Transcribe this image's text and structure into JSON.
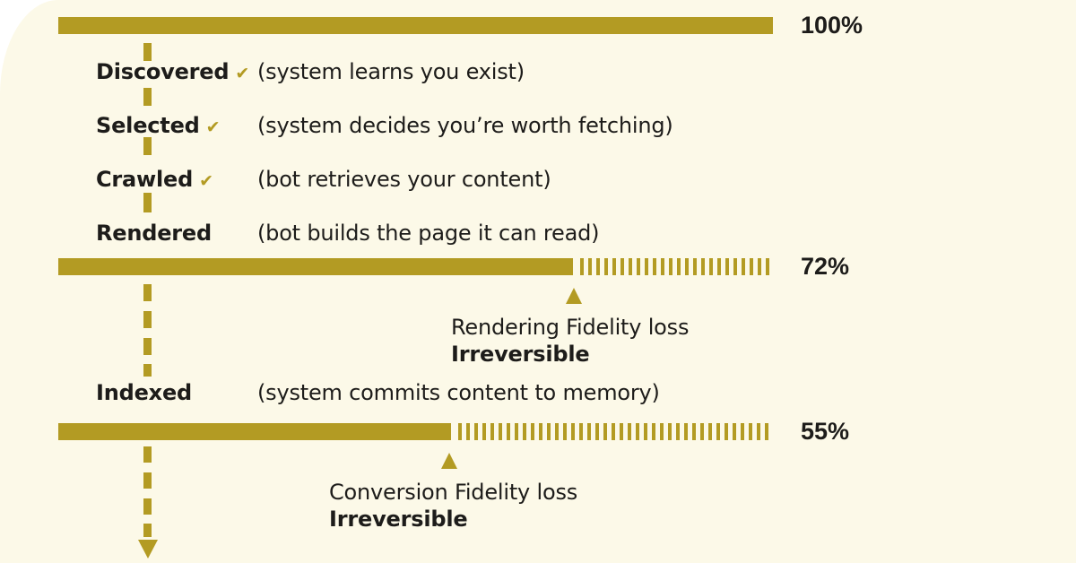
{
  "colors": {
    "gold": "#b39b23",
    "background": "#fcf9e8",
    "text": "#1d1c1a",
    "page_behind": "#ffffff"
  },
  "bars": [
    {
      "percent": 100,
      "percent_label": "100%"
    },
    {
      "percent": 72,
      "percent_label": "72%"
    },
    {
      "percent": 55,
      "percent_label": "55%"
    }
  ],
  "stages": [
    {
      "label": "Discovered",
      "checked": true,
      "description": "(system learns you exist)"
    },
    {
      "label": "Selected",
      "checked": true,
      "description": "(system decides you’re worth fetching)"
    },
    {
      "label": "Crawled",
      "checked": true,
      "description": "(bot retrieves your content)"
    },
    {
      "label": "Rendered",
      "checked": false,
      "description": "(bot builds the page it can read)"
    },
    {
      "label": "Indexed",
      "checked": false,
      "description": "(system commits content to memory)"
    }
  ],
  "annotations": [
    {
      "title": "Rendering Fidelity loss",
      "emphasis": "Irreversible"
    },
    {
      "title": "Conversion Fidelity loss",
      "emphasis": "Irreversible"
    }
  ],
  "icons": {
    "checkmark": "✔"
  }
}
